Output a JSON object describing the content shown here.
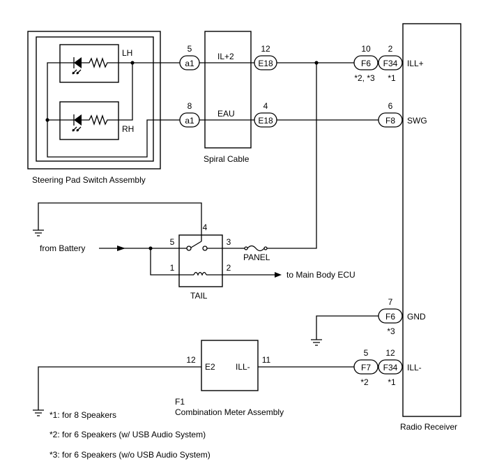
{
  "labels": {
    "steering_lh": "LH",
    "steering_rh": "RH",
    "steering_assembly": "Steering Pad Switch Assembly",
    "spiral_cable": "Spiral Cable",
    "spiral_il2": "IL+2",
    "spiral_eau": "EAU",
    "radio_receiver": "Radio Receiver",
    "radio_illp": "ILL+",
    "radio_swg": "SWG",
    "radio_gnd": "GND",
    "radio_illm": "ILL-",
    "from_battery": "from Battery",
    "panel": "PANEL",
    "tail": "TAIL",
    "to_main_body": "to Main Body ECU",
    "meter_e2": "E2",
    "meter_illm": "ILL-",
    "meter_id": "F1",
    "meter_name": "Combination Meter Assembly"
  },
  "connectors": {
    "a1_top": "a1",
    "a1_bot": "a1",
    "e18_top": "E18",
    "e18_bot": "E18",
    "f6_top": "F6",
    "f34_top": "F34",
    "f8": "F8",
    "f6_gnd": "F6",
    "f7": "F7",
    "f34_bot": "F34"
  },
  "pins": {
    "a1_top": "5",
    "a1_bot": "8",
    "e18_top": "12",
    "e18_bot": "4",
    "f6_top": "10",
    "f34_top": "2",
    "f8": "6",
    "f6_gnd": "7",
    "f7": "5",
    "f34_bot": "12",
    "relay_4": "4",
    "relay_5": "5",
    "relay_3": "3",
    "relay_1": "1",
    "relay_2": "2",
    "meter_12": "12",
    "meter_11": "11"
  },
  "notes_under": {
    "f6_top": "*2, *3",
    "f34_top": "*1",
    "f6_gnd": "*3",
    "f7": "*2",
    "f34_bot": "*1"
  },
  "legend": [
    "*1: for 8 Speakers",
    "*2: for 6 Speakers (w/ USB Audio System)",
    "*3: for 6 Speakers (w/o USB Audio System)"
  ]
}
